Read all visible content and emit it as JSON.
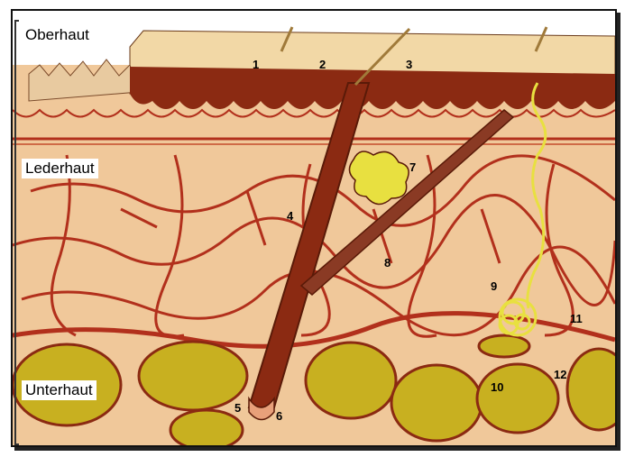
{
  "layers": {
    "epidermis": "Oberhaut",
    "dermis": "Lederhaut",
    "subcutis": "Unterhaut"
  },
  "numbers": [
    "1",
    "2",
    "3",
    "4",
    "5",
    "6",
    "7",
    "8",
    "9",
    "10",
    "11",
    "12"
  ],
  "colors": {
    "skin_surface": "#f2d8a6",
    "epidermis_dark": "#8b2a12",
    "dermis": "#f0c89a",
    "vessel": "#b2301c",
    "fat": "#c8b020",
    "gland": "#e8e040"
  }
}
